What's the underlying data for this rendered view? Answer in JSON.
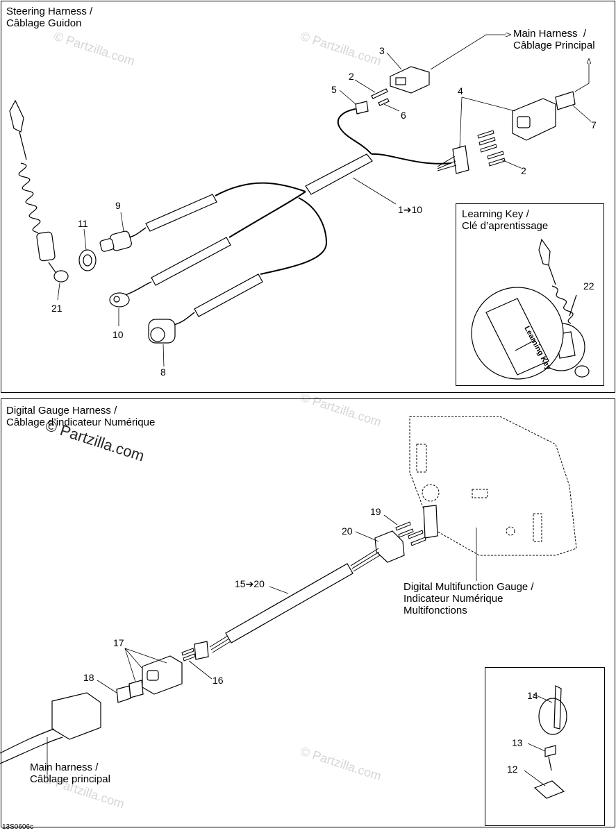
{
  "steering_harness": {
    "title_en": "Steering Harness /",
    "title_fr": "Câblage Guidon",
    "main_harness_en": "Main Harness  /",
    "main_harness_fr": "Câblage Principal",
    "callouts": {
      "c1_10": "1➔10",
      "c2a": "2",
      "c2b": "2",
      "c3": "3",
      "c4": "4",
      "c5": "5",
      "c6": "6",
      "c7": "7",
      "c8": "8",
      "c9": "9",
      "c10": "10",
      "c11": "11",
      "c21": "21"
    },
    "learning_key": {
      "title_en": "Learning Key /",
      "title_fr": "Clé d’aprentissage",
      "callout_22": "22",
      "tag_text": "Learning Key"
    }
  },
  "digital_gauge_harness": {
    "title_en": "Digital Gauge Harness /",
    "title_fr": "Câblage d’indicateur Numérique",
    "gauge_label_1": "Digital Multifunction Gauge /",
    "gauge_label_2": "Indicateur Numérique",
    "gauge_label_3": "Multifonctions",
    "main_harness_en": "Main harness /",
    "main_harness_fr": "Câblage principal",
    "callouts": {
      "c15_20": "15➔20",
      "c16": "16",
      "c17": "17",
      "c18": "18",
      "c19": "19",
      "c20": "20"
    },
    "hardware": {
      "c12": "12",
      "c13": "13",
      "c14": "14"
    }
  },
  "watermark": {
    "text": "© Partzilla.com",
    "overlay": "© Partzilla.com"
  },
  "drawing_code": "13S0606c"
}
